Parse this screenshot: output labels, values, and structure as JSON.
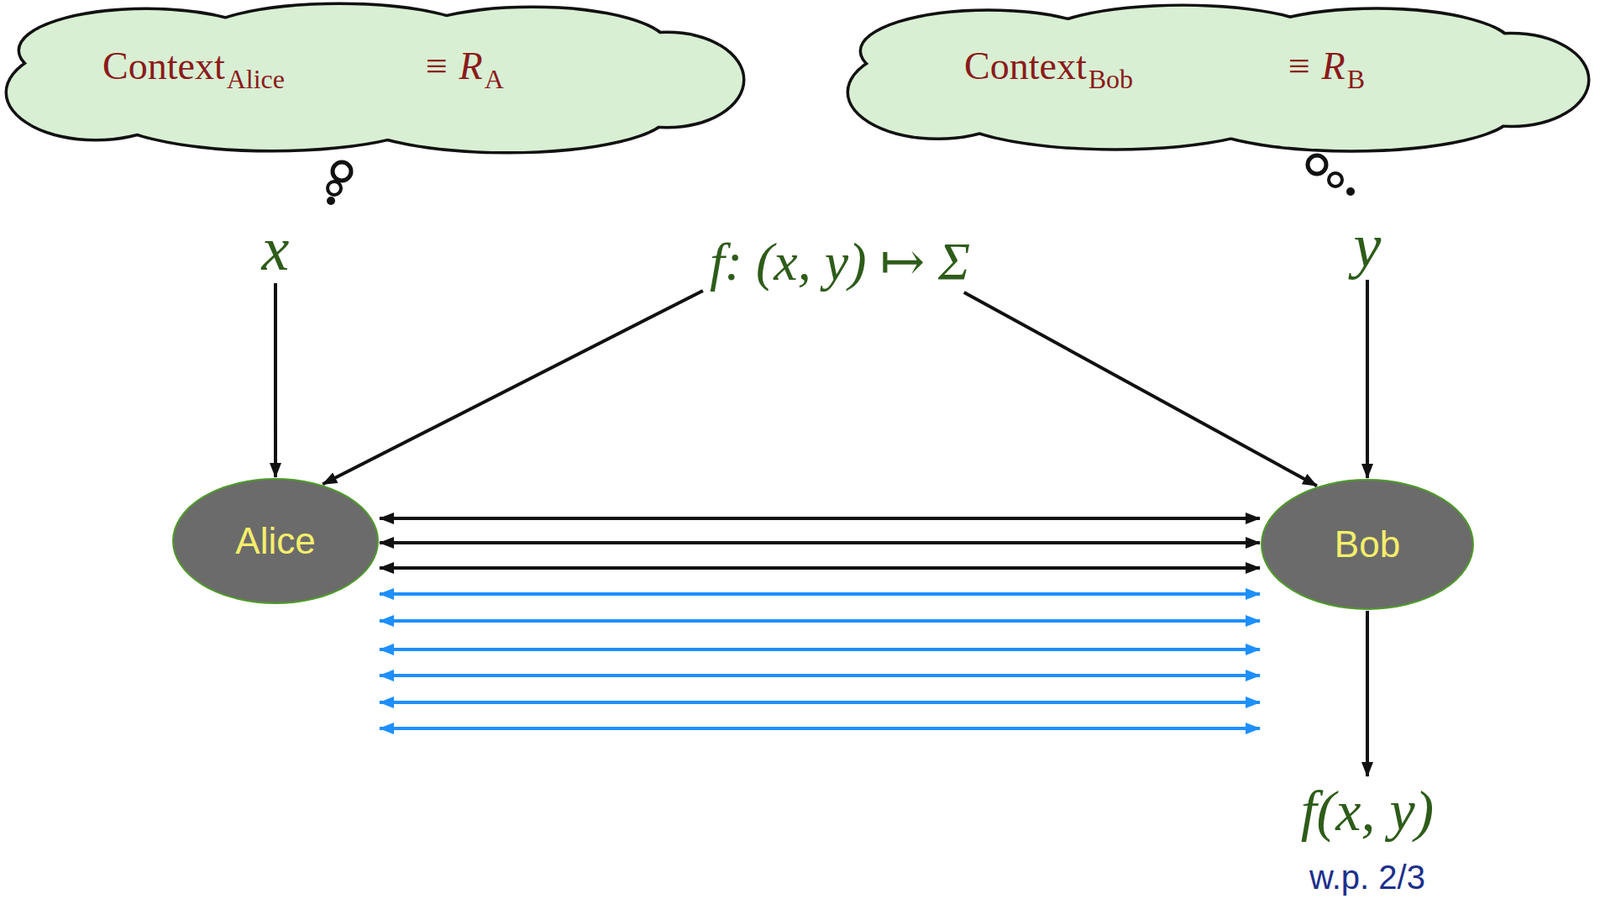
{
  "diagram": {
    "nodes": [
      {
        "text": [
          "Context",
          "Alice",
          "≡ R",
          "A"
        ]
      },
      {
        "text": [
          "Context",
          "Bob",
          "≡ R",
          "B"
        ]
      },
      {
        "text": [
          "x"
        ]
      },
      {
        "text": [
          "f: (x, y) ↦ Σ"
        ]
      },
      {
        "text": [
          "y"
        ]
      },
      {
        "text": [
          "Alice"
        ]
      },
      {
        "text": [
          "Bob"
        ]
      },
      {
        "text": [
          "f(x, y)",
          "w.p. 2/3"
        ]
      }
    ],
    "edges": [
      {
        "from": 2,
        "to": 5,
        "arrow": "to"
      },
      {
        "from": 3,
        "to": 5,
        "arrow": "to"
      },
      {
        "from": 3,
        "to": 6,
        "arrow": "to"
      },
      {
        "from": 4,
        "to": 6,
        "arrow": "to"
      },
      {
        "from": 5,
        "to": 6,
        "arrow": "both"
      },
      {
        "from": 5,
        "to": 6,
        "arrow": "both"
      },
      {
        "from": 5,
        "to": 6,
        "arrow": "both"
      },
      {
        "from": 5,
        "to": 6,
        "arrow": "both"
      },
      {
        "from": 5,
        "to": 6,
        "arrow": "both"
      },
      {
        "from": 5,
        "to": 6,
        "arrow": "both"
      },
      {
        "from": 5,
        "to": 6,
        "arrow": "both"
      },
      {
        "from": 5,
        "to": 6,
        "arrow": "both"
      },
      {
        "from": 5,
        "to": 6,
        "arrow": "both"
      },
      {
        "from": 6,
        "to": 7,
        "arrow": "to"
      }
    ]
  }
}
